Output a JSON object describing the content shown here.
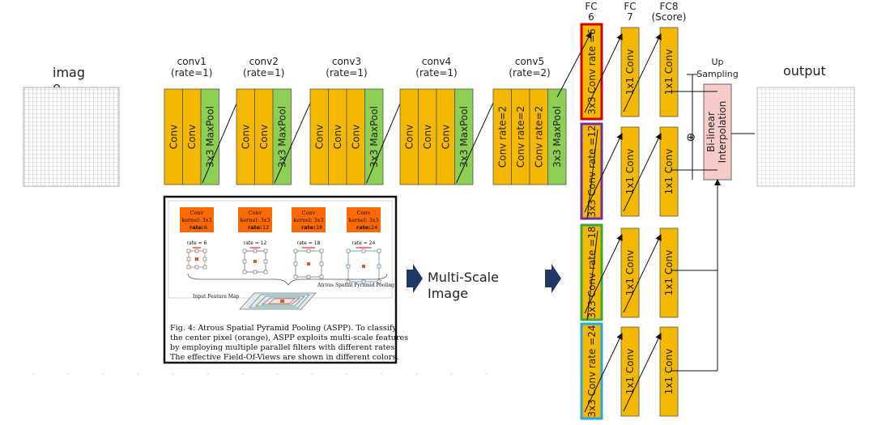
{
  "labels": {
    "image": "imag",
    "image_wrap": "e",
    "output": "output",
    "up_sampling": [
      "Up",
      "Sampling"
    ],
    "bilinear": [
      "Bi-linear",
      "Interpolation"
    ],
    "multiscale": [
      "Multi-Scale",
      "Image"
    ],
    "plus": "⊕"
  },
  "conv_groups": [
    {
      "title": "conv1",
      "rate": "(rate=1)",
      "layers": [
        "Conv",
        "Conv",
        "3x3 MaxPool"
      ]
    },
    {
      "title": "conv2",
      "rate": "(rate=1)",
      "layers": [
        "Conv",
        "Conv",
        "3x3 MaxPool"
      ]
    },
    {
      "title": "conv3",
      "rate": "(rate=1)",
      "layers": [
        "Conv",
        "Conv",
        "Conv",
        "3x3 MaxPool"
      ]
    },
    {
      "title": "conv4",
      "rate": "(rate=1)",
      "layers": [
        "Conv",
        "Conv",
        "Conv",
        "3x3 MaxPool"
      ]
    },
    {
      "title": "conv5",
      "rate": "(rate=2)",
      "layers": [
        "Conv rate=2",
        "Conv rate=2",
        "Conv rate=2",
        "3x3 MaxPool"
      ]
    }
  ],
  "fc_headers": [
    {
      "line1": "FC",
      "line2": "6"
    },
    {
      "line1": "FC",
      "line2": "7"
    },
    {
      "line1": "FC8",
      "line2": "(Score)"
    }
  ],
  "fc6": [
    "3x3 Conv rate =6",
    "3x3 Conv rate =12",
    "3x3 Conv rate =18",
    "3x3 Conv rate =24"
  ],
  "fc7": [
    "1x1 Conv",
    "1x1 Conv",
    "1x1 Conv",
    "1x1 Conv"
  ],
  "fc8": [
    "1x1 Conv",
    "1x1 Conv",
    "1x1 Conv",
    "1x1 Conv"
  ],
  "colors": {
    "conv": "#f5b800",
    "pool": "#8dcf52",
    "fc6_borders": [
      "#d00000",
      "#7030a0",
      "#3aa83a",
      "#2aa6d8"
    ],
    "upsample_fill": "#f8cbcb",
    "arrow": "#1f3864",
    "aspp_rate_box": "#ff6a00",
    "aspp_box_borders": [
      "#c87f3c",
      "#7a5fb0",
      "#4a9a4a",
      "#3a9ad0"
    ]
  },
  "aspp_panel": {
    "boxes": [
      {
        "line1": "Conv",
        "line2": "kernel: 3x3",
        "line3_key": "rate:",
        "line3_val": "6",
        "rate_label": "rate = 6"
      },
      {
        "line1": "Conv",
        "line2": "kernel: 3x3",
        "line3_key": "rate:",
        "line3_val": "12",
        "rate_label": "rate = 12"
      },
      {
        "line1": "Conv",
        "line2": "kernel: 3x3",
        "line3_key": "rate:",
        "line3_val": "18",
        "rate_label": "rate = 18"
      },
      {
        "line1": "Conv",
        "line2": "kernel: 3x3",
        "line3_key": "rate:",
        "line3_val": "24",
        "rate_label": "rate = 24"
      }
    ],
    "input_feature_map": "Input Feature Map",
    "aspp_label": "Atrous Spatial Pyramid Pooling",
    "caption": [
      "Fig. 4: Atrous Spatial Pyramid Pooling (ASPP). To classify",
      "the center pixel (orange), ASPP exploits multi-scale features",
      "by employing multiple parallel filters with different rates.",
      "The effective Field-Of-Views are shown in different colors."
    ]
  }
}
